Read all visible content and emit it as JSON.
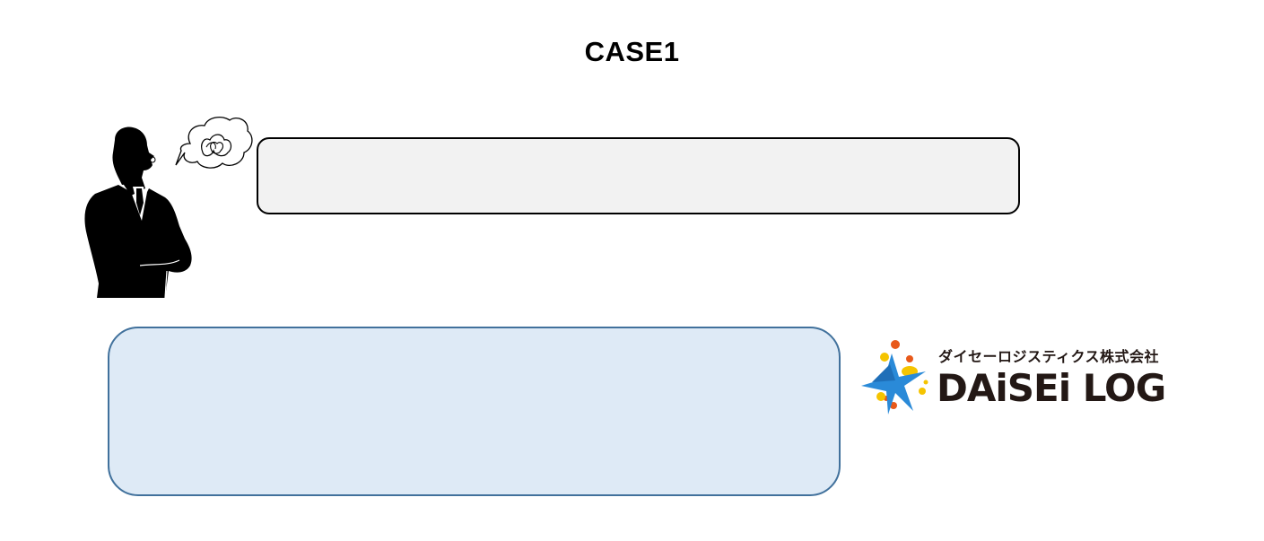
{
  "page": {
    "title": "CASE1"
  },
  "scene": {
    "person_icon": "businessman-thinking-silhouette",
    "thought_icon": "thought-bubble-scribble"
  },
  "boxes": {
    "gray_fill": "#f2f2f2",
    "gray_border": "#000000",
    "blue_fill": "#deeaf6",
    "blue_border": "#41719c"
  },
  "logo": {
    "company_name": "ダイセーロジスティクス株式会社",
    "wordmark": "DAiSEi LOG",
    "mark_icon": "daisei-star-mark",
    "colors": {
      "blue": "#2a8ad8",
      "yellow": "#f5c400",
      "orange": "#e8591a",
      "text": "#231815"
    }
  }
}
